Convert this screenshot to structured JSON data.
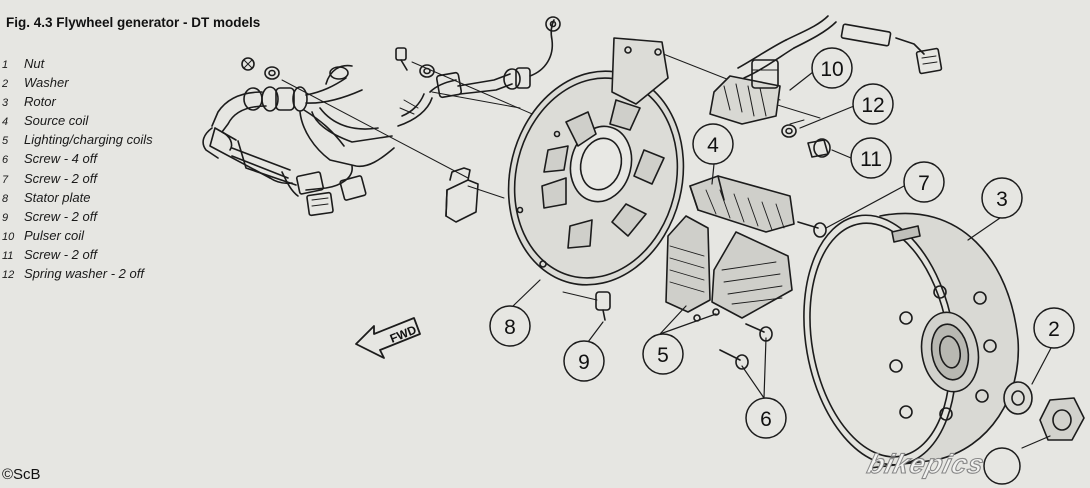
{
  "title": "Fig. 4.3 Flywheel generator - DT models",
  "legend": [
    {
      "num": "1",
      "label": "Nut"
    },
    {
      "num": "2",
      "label": "Washer"
    },
    {
      "num": "3",
      "label": "Rotor"
    },
    {
      "num": "4",
      "label": "Source coil"
    },
    {
      "num": "5",
      "label": "Lighting/charging coils"
    },
    {
      "num": "6",
      "label": "Screw - 4 off"
    },
    {
      "num": "7",
      "label": "Screw - 2 off"
    },
    {
      "num": "8",
      "label": "Stator plate"
    },
    {
      "num": "9",
      "label": "Screw - 2 off"
    },
    {
      "num": "10",
      "label": "Pulser coil"
    },
    {
      "num": "11",
      "label": "Screw - 2 off"
    },
    {
      "num": "12",
      "label": "Spring washer - 2 off"
    }
  ],
  "callouts": [
    "10",
    "12",
    "11",
    "4",
    "7",
    "3",
    "8",
    "9",
    "5",
    "6",
    "2"
  ],
  "fwd_label": "FWD",
  "copyright": "©ScB",
  "watermark": "bikepics"
}
